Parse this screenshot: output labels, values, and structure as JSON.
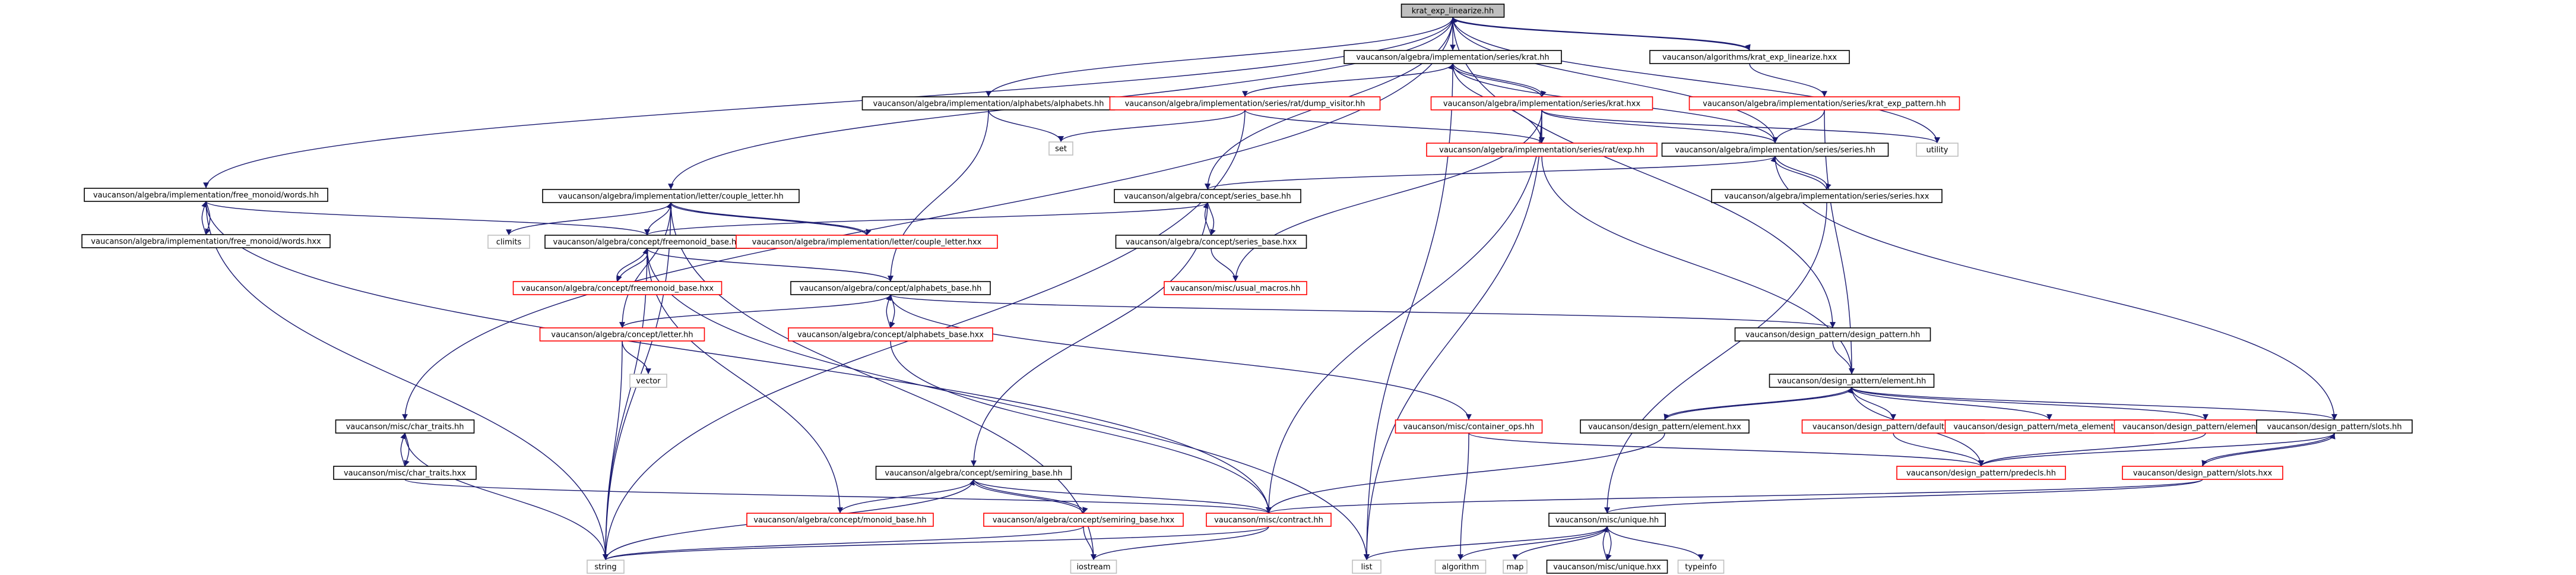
{
  "graph": {
    "colors": {
      "edge": "#191970",
      "node_border_complete": "#000000",
      "node_border_incomplete": "#ff0000",
      "node_border_system": "#bfbfbf",
      "root_fill": "#bfbfbf",
      "text": "#000000"
    },
    "nodes": [
      {
        "id": "root",
        "label": "krat_exp_linearize.hh",
        "kind": "root"
      },
      {
        "id": "krat_hh",
        "label": "vaucanson/algebra/implementation/series/krat.hh",
        "kind": "complete"
      },
      {
        "id": "krat_exp_lin_hxx",
        "label": "vaucanson/algorithms/krat_exp_linearize.hxx",
        "kind": "complete"
      },
      {
        "id": "alphabets_hh",
        "label": "vaucanson/algebra/implementation/alphabets/alphabets.hh",
        "kind": "complete"
      },
      {
        "id": "dump_visitor",
        "label": "vaucanson/algebra/implementation/series/rat/dump_visitor.hh",
        "kind": "incomplete"
      },
      {
        "id": "krat_hxx",
        "label": "vaucanson/algebra/implementation/series/krat.hxx",
        "kind": "incomplete"
      },
      {
        "id": "krat_exp_pattern",
        "label": "vaucanson/algebra/implementation/series/krat_exp_pattern.hh",
        "kind": "incomplete"
      },
      {
        "id": "set",
        "label": "set",
        "kind": "system"
      },
      {
        "id": "utility",
        "label": "utility",
        "kind": "system"
      },
      {
        "id": "exp_hh",
        "label": "vaucanson/algebra/implementation/series/rat/exp.hh",
        "kind": "incomplete"
      },
      {
        "id": "series_hh",
        "label": "vaucanson/algebra/implementation/series/series.hh",
        "kind": "complete"
      },
      {
        "id": "series_hxx",
        "label": "vaucanson/algebra/implementation/series/series.hxx",
        "kind": "complete"
      },
      {
        "id": "words_hh",
        "label": "vaucanson/algebra/implementation/free_monoid/words.hh",
        "kind": "complete"
      },
      {
        "id": "words_hxx",
        "label": "vaucanson/algebra/implementation/free_monoid/words.hxx",
        "kind": "complete"
      },
      {
        "id": "couple_letter_hh",
        "label": "vaucanson/algebra/implementation/letter/couple_letter.hh",
        "kind": "complete"
      },
      {
        "id": "series_base_hh",
        "label": "vaucanson/algebra/concept/series_base.hh",
        "kind": "complete"
      },
      {
        "id": "climits",
        "label": "climits",
        "kind": "system"
      },
      {
        "id": "freemonoid_base_hh",
        "label": "vaucanson/algebra/concept/freemonoid_base.hh",
        "kind": "complete"
      },
      {
        "id": "couple_letter_hxx",
        "label": "vaucanson/algebra/implementation/letter/couple_letter.hxx",
        "kind": "incomplete"
      },
      {
        "id": "series_base_hxx",
        "label": "vaucanson/algebra/concept/series_base.hxx",
        "kind": "complete"
      },
      {
        "id": "freemonoid_base_hxx",
        "label": "vaucanson/algebra/concept/freemonoid_base.hxx",
        "kind": "incomplete"
      },
      {
        "id": "usual_macros",
        "label": "vaucanson/misc/usual_macros.hh",
        "kind": "incomplete"
      },
      {
        "id": "alphabets_base_hh",
        "label": "vaucanson/algebra/concept/alphabets_base.hh",
        "kind": "complete"
      },
      {
        "id": "letter_hh",
        "label": "vaucanson/algebra/concept/letter.hh",
        "kind": "incomplete"
      },
      {
        "id": "alphabets_base_hxx",
        "label": "vaucanson/algebra/concept/alphabets_base.hxx",
        "kind": "incomplete"
      },
      {
        "id": "design_pattern_hh",
        "label": "vaucanson/design_pattern/design_pattern.hh",
        "kind": "complete"
      },
      {
        "id": "vector",
        "label": "vector",
        "kind": "system"
      },
      {
        "id": "element_hh",
        "label": "vaucanson/design_pattern/element.hh",
        "kind": "complete"
      },
      {
        "id": "char_traits_hh",
        "label": "vaucanson/misc/char_traits.hh",
        "kind": "complete"
      },
      {
        "id": "container_ops",
        "label": "vaucanson/misc/container_ops.hh",
        "kind": "incomplete"
      },
      {
        "id": "element_hxx",
        "label": "vaucanson/design_pattern/element.hxx",
        "kind": "complete"
      },
      {
        "id": "default_ops",
        "label": "vaucanson/design_pattern/default_ops.hh",
        "kind": "incomplete"
      },
      {
        "id": "meta_element_root",
        "label": "vaucanson/design_pattern/meta_element_root.hh",
        "kind": "incomplete"
      },
      {
        "id": "element_ops",
        "label": "vaucanson/design_pattern/element_ops.hh",
        "kind": "incomplete"
      },
      {
        "id": "slots_hh",
        "label": "vaucanson/design_pattern/slots.hh",
        "kind": "complete"
      },
      {
        "id": "char_traits_hxx",
        "label": "vaucanson/misc/char_traits.hxx",
        "kind": "complete"
      },
      {
        "id": "predecls",
        "label": "vaucanson/design_pattern/predecls.hh",
        "kind": "incomplete"
      },
      {
        "id": "semiring_base_hh",
        "label": "vaucanson/algebra/concept/semiring_base.hh",
        "kind": "complete"
      },
      {
        "id": "slots_hxx",
        "label": "vaucanson/design_pattern/slots.hxx",
        "kind": "incomplete"
      },
      {
        "id": "monoid_base_hh",
        "label": "vaucanson/algebra/concept/monoid_base.hh",
        "kind": "incomplete"
      },
      {
        "id": "semiring_base_hxx",
        "label": "vaucanson/algebra/concept/semiring_base.hxx",
        "kind": "incomplete"
      },
      {
        "id": "contract_hh",
        "label": "vaucanson/misc/contract.hh",
        "kind": "incomplete"
      },
      {
        "id": "unique_hh",
        "label": "vaucanson/misc/unique.hh",
        "kind": "complete"
      },
      {
        "id": "string",
        "label": "string",
        "kind": "system"
      },
      {
        "id": "iostream",
        "label": "iostream",
        "kind": "system"
      },
      {
        "id": "list",
        "label": "list",
        "kind": "system"
      },
      {
        "id": "algorithm",
        "label": "algorithm",
        "kind": "system"
      },
      {
        "id": "map",
        "label": "map",
        "kind": "system"
      },
      {
        "id": "unique_hxx",
        "label": "vaucanson/misc/unique.hxx",
        "kind": "complete"
      },
      {
        "id": "typeinfo",
        "label": "typeinfo",
        "kind": "system"
      }
    ],
    "edges": [
      [
        "root",
        "krat_hh"
      ],
      [
        "root",
        "krat_exp_lin_hxx"
      ],
      [
        "root",
        "alphabets_hh"
      ],
      [
        "root",
        "words_hh"
      ],
      [
        "root",
        "couple_letter_hh"
      ],
      [
        "root",
        "series_base_hh"
      ],
      [
        "root",
        "char_traits_hh"
      ],
      [
        "root",
        "series_hh"
      ],
      [
        "root",
        "utility"
      ],
      [
        "root",
        "design_pattern_hh"
      ],
      [
        "krat_hh",
        "dump_visitor"
      ],
      [
        "krat_hh",
        "krat_hxx"
      ],
      [
        "krat_hh",
        "exp_hh"
      ],
      [
        "krat_hh",
        "series_hh"
      ],
      [
        "krat_hh",
        "list"
      ],
      [
        "krat_exp_lin_hxx",
        "root"
      ],
      [
        "krat_exp_lin_hxx",
        "krat_exp_pattern"
      ],
      [
        "alphabets_hh",
        "set"
      ],
      [
        "alphabets_hh",
        "alphabets_base_hh"
      ],
      [
        "dump_visitor",
        "set"
      ],
      [
        "dump_visitor",
        "exp_hh"
      ],
      [
        "dump_visitor",
        "string"
      ],
      [
        "krat_hxx",
        "krat_hh"
      ],
      [
        "krat_hxx",
        "exp_hh"
      ],
      [
        "krat_hxx",
        "series_hh"
      ],
      [
        "krat_hxx",
        "utility"
      ],
      [
        "krat_hxx",
        "usual_macros"
      ],
      [
        "krat_hxx",
        "contract_hh"
      ],
      [
        "krat_hxx",
        "list"
      ],
      [
        "krat_exp_pattern",
        "series_hh"
      ],
      [
        "krat_exp_pattern",
        "element_hh"
      ],
      [
        "exp_hh",
        "element_hh"
      ],
      [
        "series_hh",
        "series_base_hh"
      ],
      [
        "series_hh",
        "series_hxx"
      ],
      [
        "series_hh",
        "slots_hh"
      ],
      [
        "series_hxx",
        "series_hh"
      ],
      [
        "series_hxx",
        "unique_hh"
      ],
      [
        "words_hh",
        "words_hxx"
      ],
      [
        "words_hh",
        "freemonoid_base_hh"
      ],
      [
        "words_hh",
        "string"
      ],
      [
        "words_hh",
        "contract_hh"
      ],
      [
        "words_hxx",
        "words_hh"
      ],
      [
        "couple_letter_hh",
        "climits"
      ],
      [
        "couple_letter_hh",
        "freemonoid_base_hh"
      ],
      [
        "couple_letter_hh",
        "couple_letter_hxx"
      ],
      [
        "couple_letter_hh",
        "letter_hh"
      ],
      [
        "couple_letter_hh",
        "string"
      ],
      [
        "couple_letter_hh",
        "iostream"
      ],
      [
        "couple_letter_hxx",
        "couple_letter_hh"
      ],
      [
        "series_base_hh",
        "freemonoid_base_hh"
      ],
      [
        "series_base_hh",
        "series_base_hxx"
      ],
      [
        "series_base_hh",
        "semiring_base_hh"
      ],
      [
        "series_base_hxx",
        "series_base_hh"
      ],
      [
        "series_base_hxx",
        "usual_macros"
      ],
      [
        "freemonoid_base_hh",
        "freemonoid_base_hxx"
      ],
      [
        "freemonoid_base_hh",
        "alphabets_base_hh"
      ],
      [
        "freemonoid_base_hh",
        "monoid_base_hh"
      ],
      [
        "freemonoid_base_hh",
        "string"
      ],
      [
        "freemonoid_base_hh",
        "list"
      ],
      [
        "freemonoid_base_hxx",
        "freemonoid_base_hh"
      ],
      [
        "alphabets_base_hh",
        "alphabets_base_hxx"
      ],
      [
        "alphabets_base_hh",
        "letter_hh"
      ],
      [
        "alphabets_base_hh",
        "design_pattern_hh"
      ],
      [
        "alphabets_base_hh",
        "container_ops"
      ],
      [
        "alphabets_base_hxx",
        "alphabets_base_hh"
      ],
      [
        "alphabets_base_hxx",
        "contract_hh"
      ],
      [
        "letter_hh",
        "vector"
      ],
      [
        "letter_hh",
        "string"
      ],
      [
        "design_pattern_hh",
        "element_hh"
      ],
      [
        "element_hh",
        "element_hxx"
      ],
      [
        "element_hh",
        "default_ops"
      ],
      [
        "element_hh",
        "meta_element_root"
      ],
      [
        "element_hh",
        "element_ops"
      ],
      [
        "element_hh",
        "slots_hh"
      ],
      [
        "element_hh",
        "predecls"
      ],
      [
        "element_hxx",
        "element_hh"
      ],
      [
        "element_hxx",
        "contract_hh"
      ],
      [
        "default_ops",
        "predecls"
      ],
      [
        "element_ops",
        "predecls"
      ],
      [
        "slots_hh",
        "slots_hxx"
      ],
      [
        "slots_hh",
        "predecls"
      ],
      [
        "slots_hxx",
        "slots_hh"
      ],
      [
        "slots_hxx",
        "contract_hh"
      ],
      [
        "slots_hxx",
        "unique_hh"
      ],
      [
        "char_traits_hh",
        "char_traits_hxx"
      ],
      [
        "char_traits_hh",
        "string"
      ],
      [
        "char_traits_hxx",
        "char_traits_hh"
      ],
      [
        "char_traits_hxx",
        "contract_hh"
      ],
      [
        "container_ops",
        "algorithm"
      ],
      [
        "container_ops",
        "predecls"
      ],
      [
        "semiring_base_hh",
        "semiring_base_hxx"
      ],
      [
        "semiring_base_hh",
        "monoid_base_hh"
      ],
      [
        "semiring_base_hh",
        "string"
      ],
      [
        "semiring_base_hh",
        "contract_hh"
      ],
      [
        "semiring_base_hxx",
        "semiring_base_hh"
      ],
      [
        "semiring_base_hxx",
        "string"
      ],
      [
        "semiring_base_hxx",
        "iostream"
      ],
      [
        "contract_hh",
        "string"
      ],
      [
        "contract_hh",
        "iostream"
      ],
      [
        "unique_hh",
        "list"
      ],
      [
        "unique_hh",
        "algorithm"
      ],
      [
        "unique_hh",
        "map"
      ],
      [
        "unique_hh",
        "unique_hxx"
      ],
      [
        "unique_hh",
        "typeinfo"
      ],
      [
        "unique_hxx",
        "unique_hh"
      ]
    ]
  }
}
